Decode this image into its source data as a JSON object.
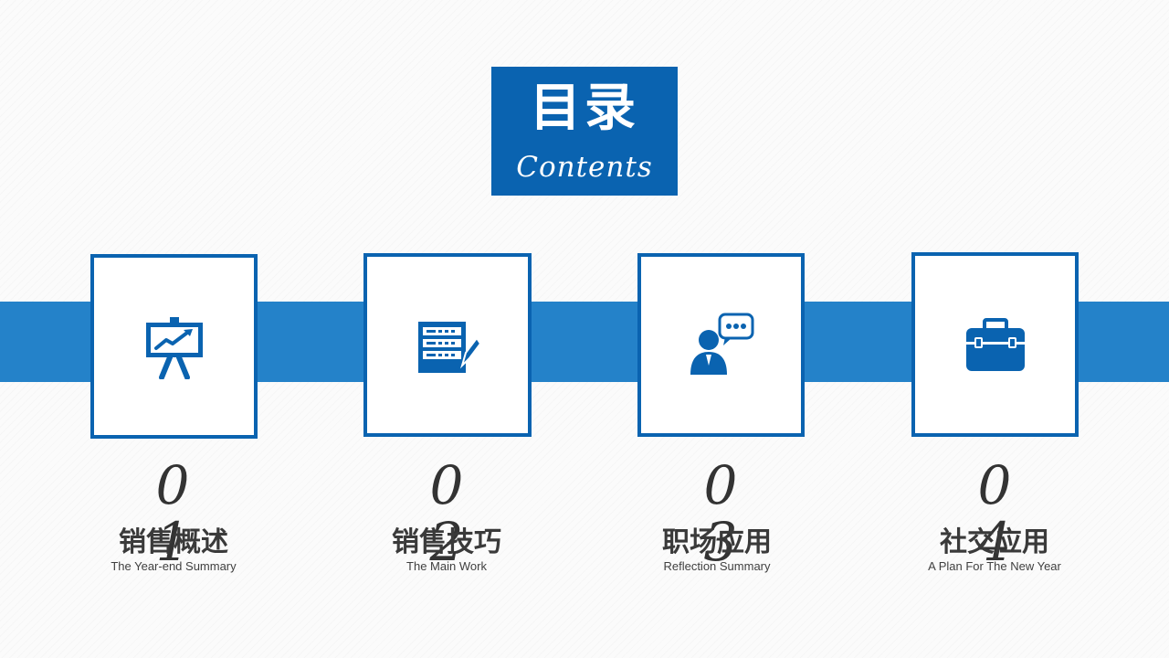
{
  "title": {
    "main": "目录",
    "sub": "Contents"
  },
  "colors": {
    "accent": "#0a63b0",
    "band": "#2482c9",
    "text": "#3a3a3a"
  },
  "items": [
    {
      "number": "0\n1",
      "title": "销售概述",
      "subtitle": "The Year-end Summary",
      "icon": "presentation-chart-icon"
    },
    {
      "number": "0\n2",
      "title": "销售技巧",
      "subtitle": "The Main Work",
      "icon": "document-edit-icon"
    },
    {
      "number": "0\n3",
      "title": "职场应用",
      "subtitle": "Reflection Summary",
      "icon": "person-chat-icon"
    },
    {
      "number": "0\n4",
      "title": "社交应用",
      "subtitle": "A Plan For The New Year",
      "icon": "briefcase-icon"
    }
  ]
}
